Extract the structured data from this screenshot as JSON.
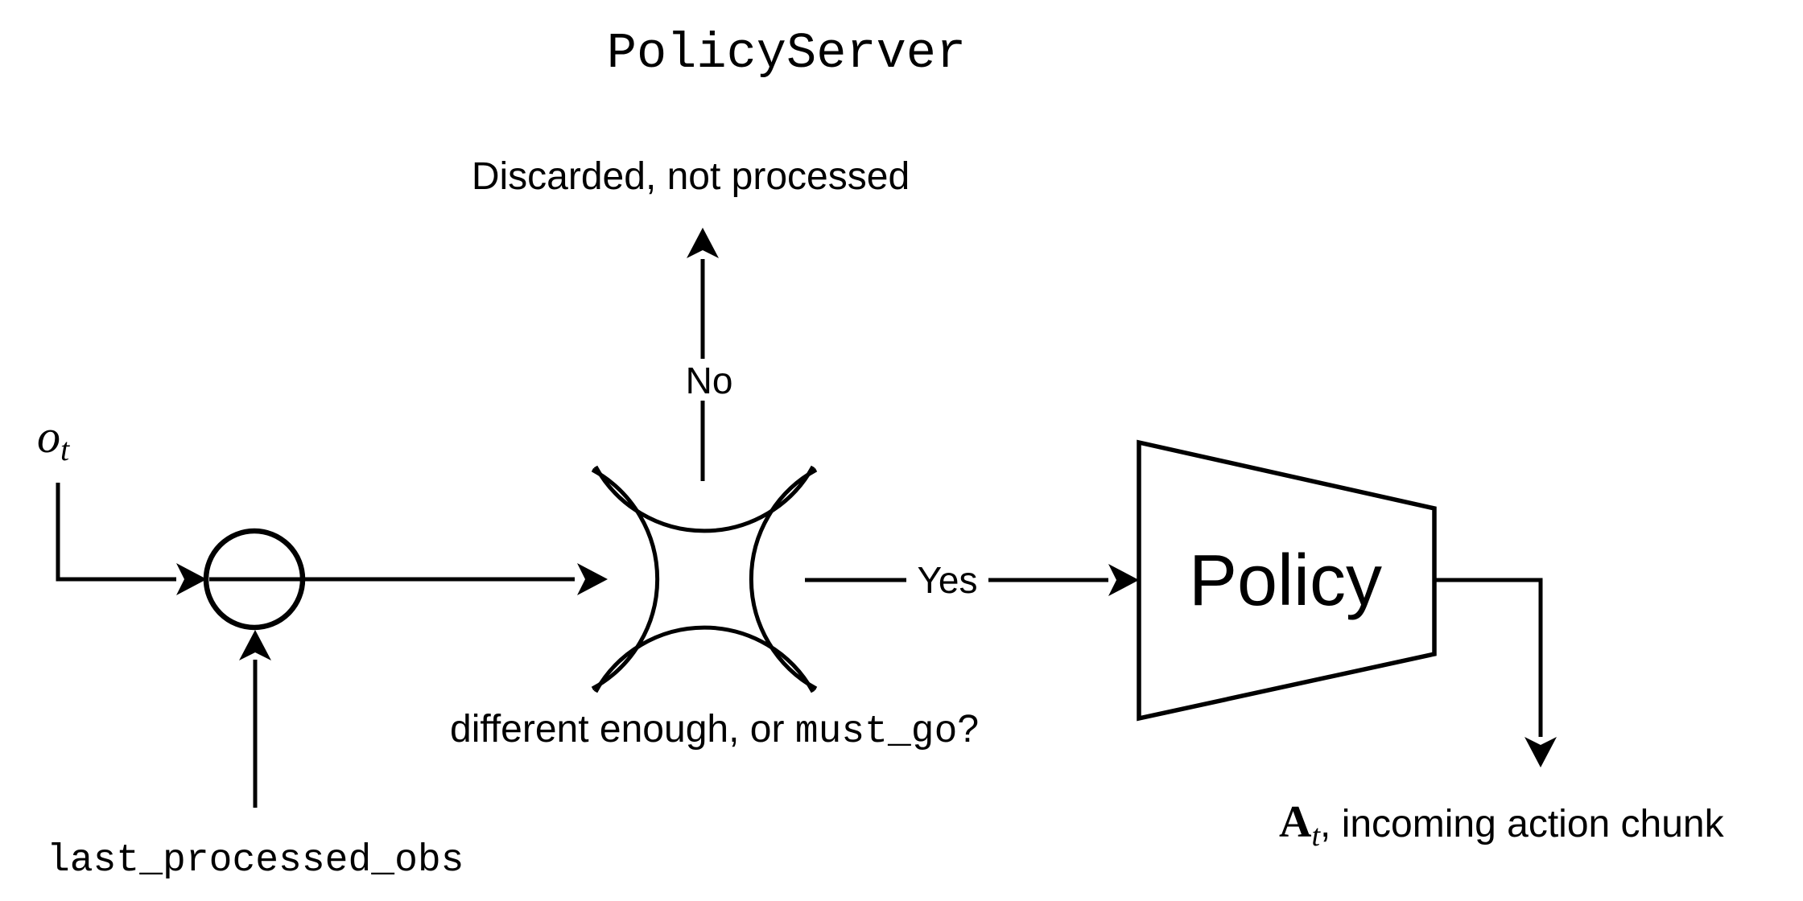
{
  "title": "PolicyServer",
  "labels": {
    "discarded": "Discarded, not processed",
    "no": "No",
    "yes": "Yes",
    "observation": {
      "main": "o",
      "sub": "t"
    },
    "last_processed_obs": "last_processed_obs",
    "condition": {
      "sans": "different enough, or ",
      "mono": "must_go",
      "suffix": "?"
    },
    "policy": "Policy",
    "action_chunk": {
      "bold": "A",
      "sub": "t",
      "rest": ", incoming action chunk"
    }
  },
  "colors": {
    "ink": "#000000",
    "background": "#ffffff"
  }
}
